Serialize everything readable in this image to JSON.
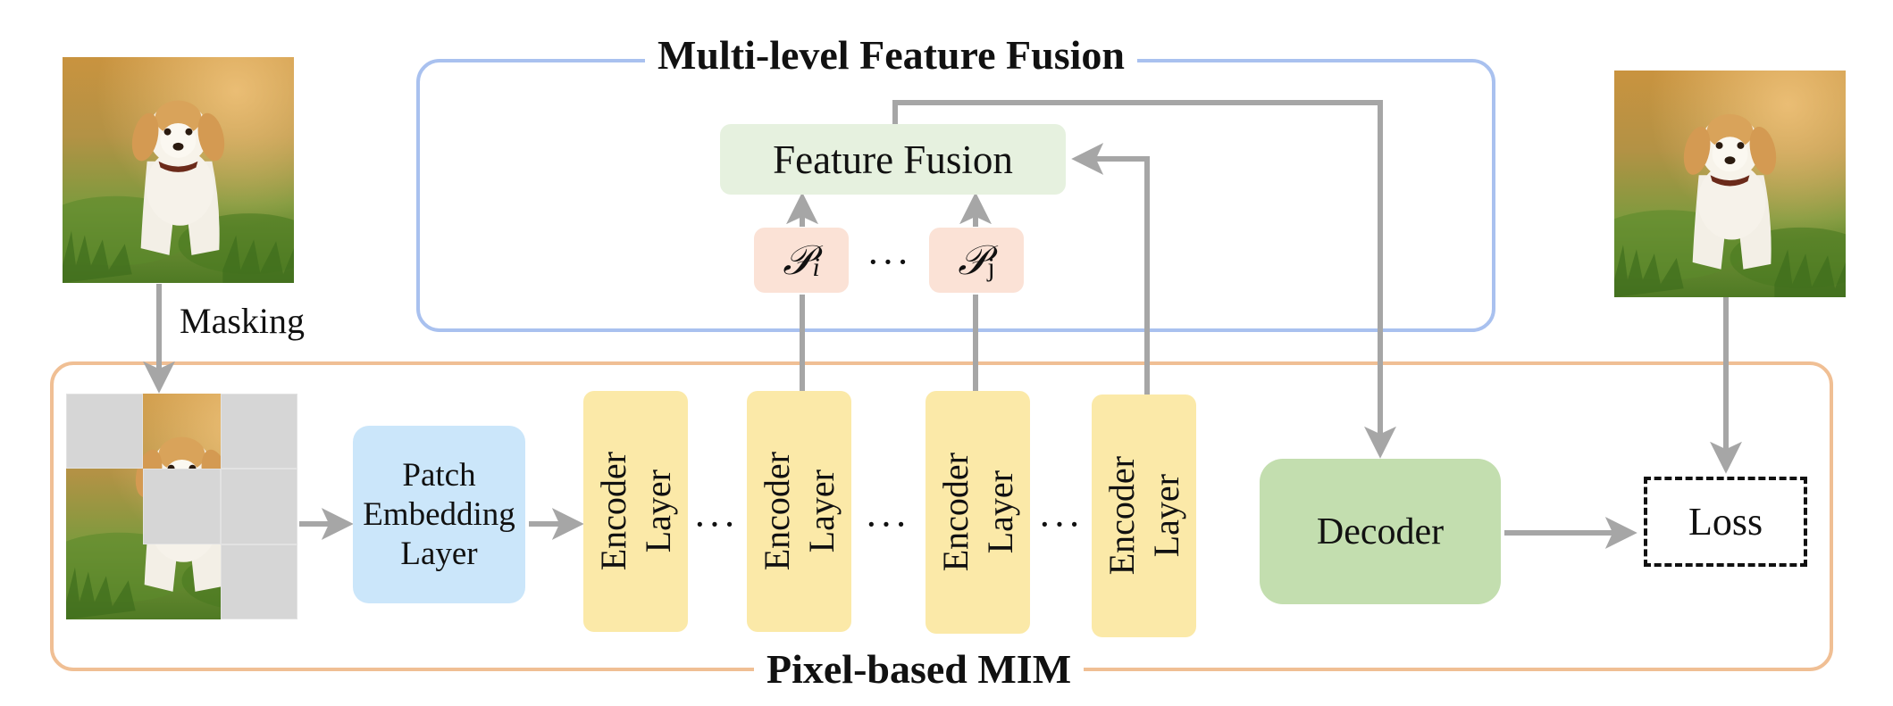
{
  "fusion_group": {
    "title": "Multi-level Feature Fusion",
    "feature_fusion_label": "Feature Fusion",
    "p_i": {
      "symbol": "𝒫",
      "sub": "i"
    },
    "p_j": {
      "symbol": "𝒫",
      "sub": "j"
    },
    "p_dots": "···"
  },
  "mim_group": {
    "title": "Pixel-based MIM",
    "patch_embedding_label": "Patch\nEmbedding\nLayer",
    "encoder_label": "Encoder\nLayer",
    "encoder_dots": "···",
    "decoder_label": "Decoder",
    "loss_label": "Loss"
  },
  "masking_label": "Masking",
  "colors": {
    "fusion_frame": "#a9c1ef",
    "mim_frame": "#f0bf94",
    "encoder": "#fbe9a8",
    "patch_embedding": "#cbe6fa",
    "feature_fusion": "#e6f1df",
    "p_box": "#fbe2d6",
    "decoder": "#c3deaf",
    "mask": "#d6d6d6",
    "arrow": "#a6a6a6"
  }
}
